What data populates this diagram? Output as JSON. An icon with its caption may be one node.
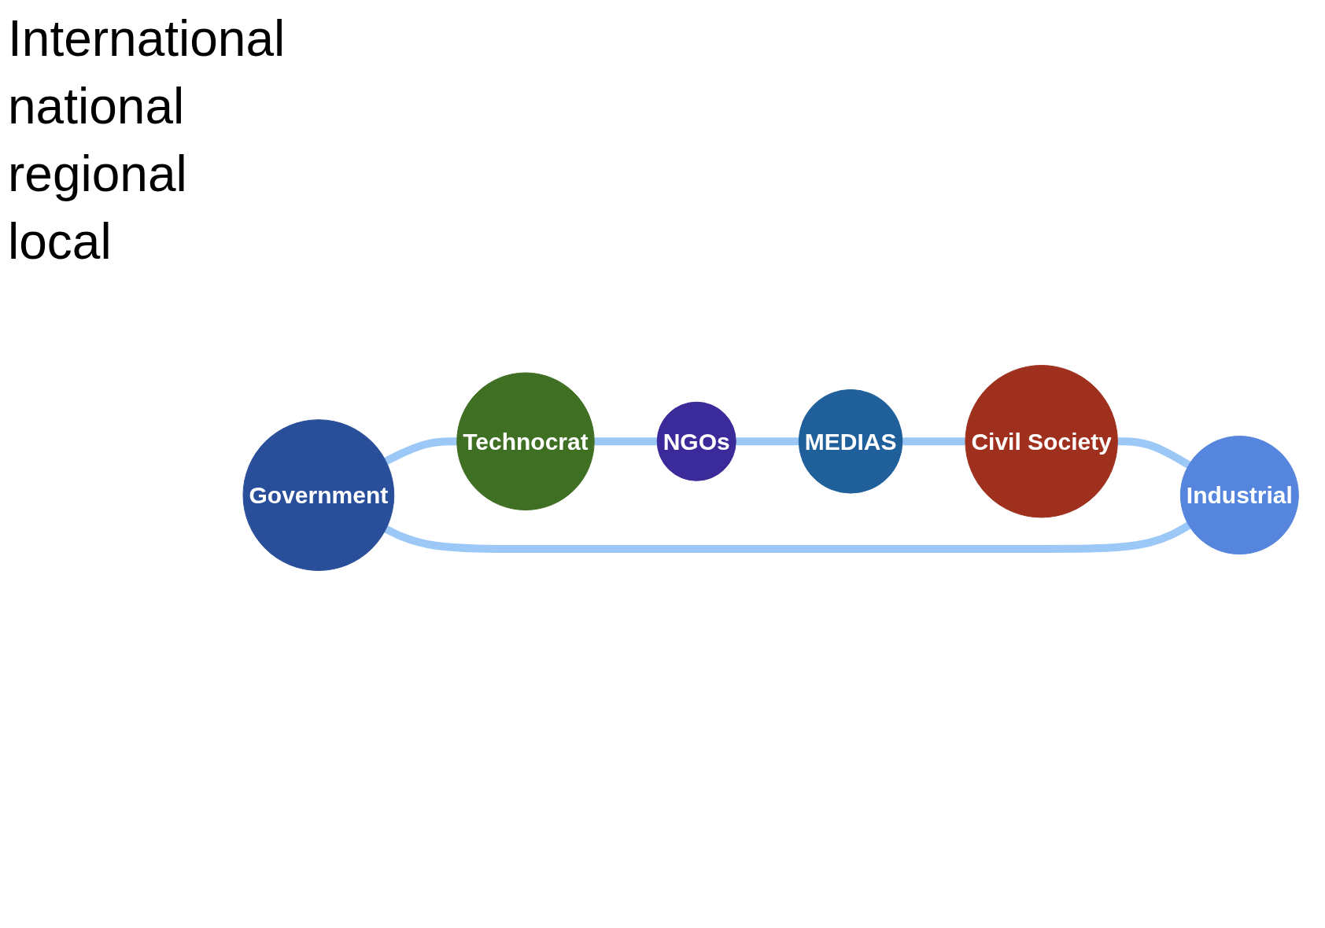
{
  "diagram": {
    "nodes": [
      {
        "text": [
          "Government"
        ]
      },
      {
        "text": [
          "Technocrat"
        ]
      },
      {
        "text": [
          "NGOs"
        ]
      },
      {
        "text": [
          "MEDIAS"
        ]
      },
      {
        "text": [
          "Civil Society"
        ]
      },
      {
        "text": [
          "Industrial"
        ]
      }
    ],
    "edges": [
      {
        "from": 0,
        "to": 1,
        "arrow": "none"
      },
      {
        "from": 1,
        "to": 2,
        "arrow": "none"
      },
      {
        "from": 2,
        "to": 3,
        "arrow": "none"
      },
      {
        "from": 3,
        "to": 4,
        "arrow": "none"
      },
      {
        "from": 4,
        "to": 5,
        "arrow": "none"
      },
      {
        "from": 5,
        "to": 0,
        "arrow": "none"
      }
    ],
    "labels": [
      "International",
      "national",
      "regional",
      "local"
    ]
  }
}
